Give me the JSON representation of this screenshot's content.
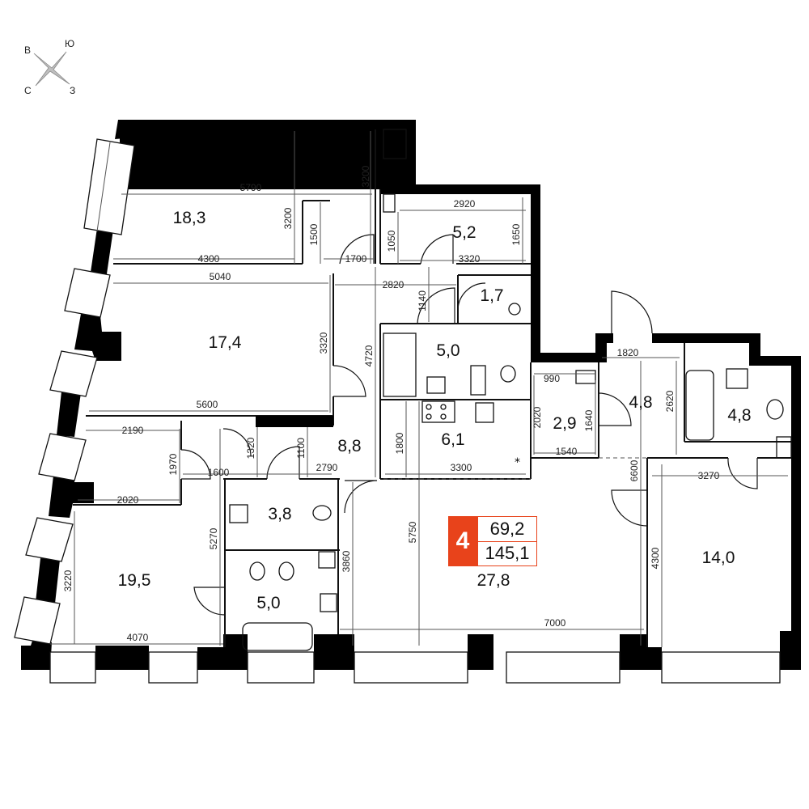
{
  "compass": {
    "north": "Ю",
    "west": "В",
    "south": "С",
    "east": "З"
  },
  "badge": {
    "rooms": "4",
    "living_area": "69,2",
    "total_area": "145,1"
  },
  "rooms": {
    "bedroom_top": "18,3",
    "bedroom_mid": "17,4",
    "bedroom_bottom": "19,5",
    "bath_top": "5,2",
    "laundry": "1,7",
    "bath_center": "5,0",
    "kitchen": "6,1",
    "hall": "8,8",
    "wc_small": "3,8",
    "bath_left": "5,0",
    "living": "27,8",
    "closet": "2,9",
    "corridor_right": "4,8",
    "bath_right": "4,8",
    "bedroom_right": "14,0"
  },
  "dims": {
    "d5790": "5790",
    "d3200a": "3200",
    "d3200b": "3200",
    "d1500": "1500",
    "d4300a": "4300",
    "d1700": "1700",
    "d2920": "2920",
    "d1650": "1650",
    "d1050": "1050",
    "d3320a": "3320",
    "d5040": "5040",
    "d2820": "2820",
    "d1140": "1140",
    "d3320b": "3320",
    "d4720": "4720",
    "d5600": "5600",
    "d2190": "2190",
    "d1320": "1320",
    "d1100": "1100",
    "d1970": "1970",
    "d1600": "1600",
    "d2790": "2790",
    "d3300": "3300",
    "d1800": "1800",
    "d2020a": "2020",
    "d5270": "5270",
    "d3220": "3220",
    "d5750": "5750",
    "d3860": "3860",
    "d4070": "4070",
    "d7000": "7000",
    "d1820": "1820",
    "d2620": "2620",
    "d990": "990",
    "d2020b": "2020",
    "d1640": "1640",
    "d1540": "1540",
    "d6600": "6600",
    "d3270": "3270",
    "d4300b": "4300"
  }
}
